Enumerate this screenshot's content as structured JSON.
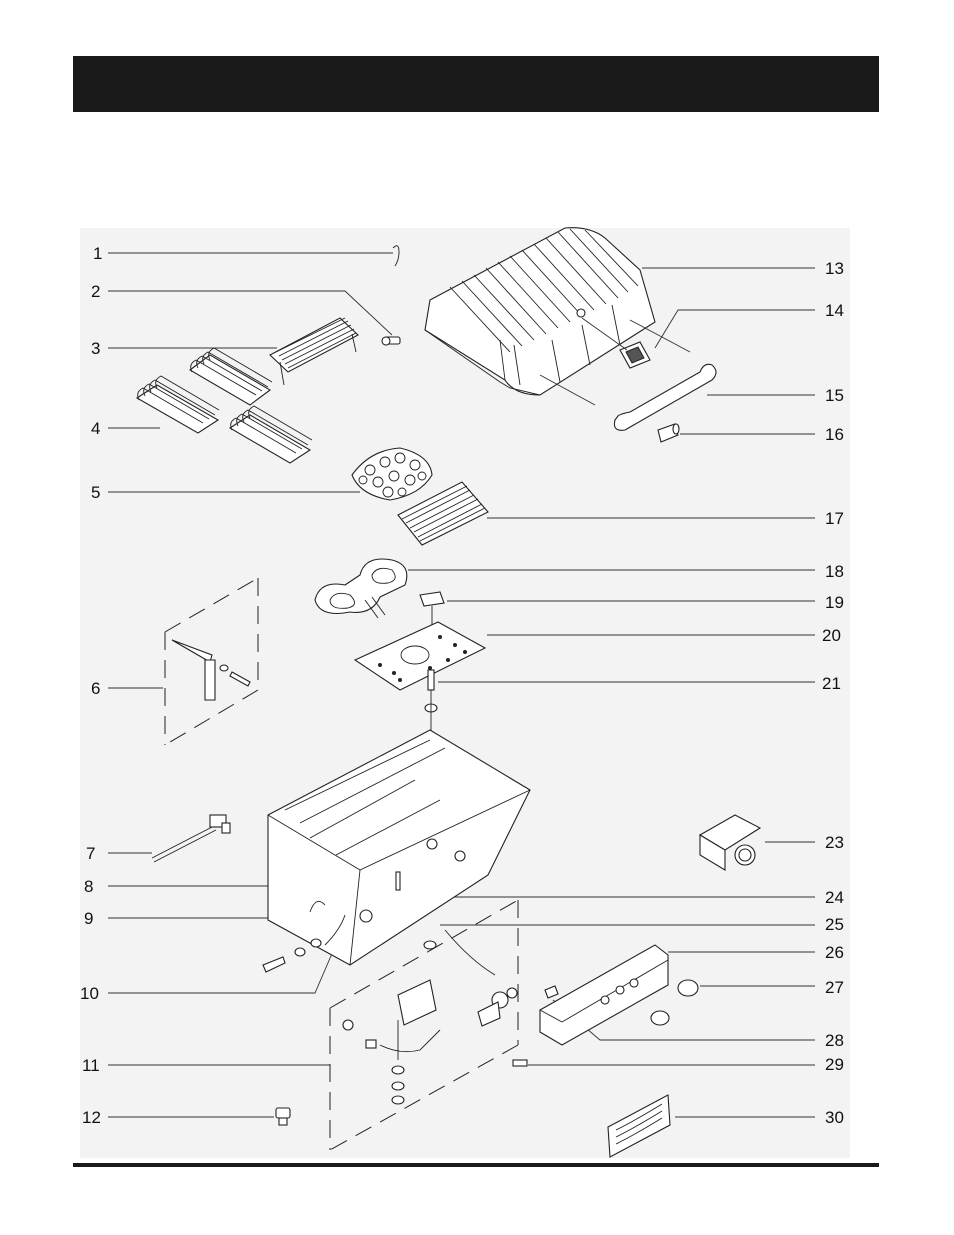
{
  "callouts": {
    "c1": "1",
    "c2": "2",
    "c3": "3",
    "c4": "4",
    "c5": "5",
    "c6": "6",
    "c7": "7",
    "c8": "8",
    "c9": "9",
    "c10": "10",
    "c11": "11",
    "c12": "12",
    "c13": "13",
    "c14": "14",
    "c15": "15",
    "c16": "16",
    "c17": "17",
    "c18": "18",
    "c19": "19",
    "c20": "20",
    "c21": "21",
    "c23": "23",
    "c24": "24",
    "c25": "25",
    "c26": "26",
    "c27": "27",
    "c28": "28",
    "c29": "29",
    "c30": "30"
  },
  "colors": {
    "bar": "#1a1a1a",
    "diagram_bg": "#f3f3f3",
    "line": "#222222"
  }
}
